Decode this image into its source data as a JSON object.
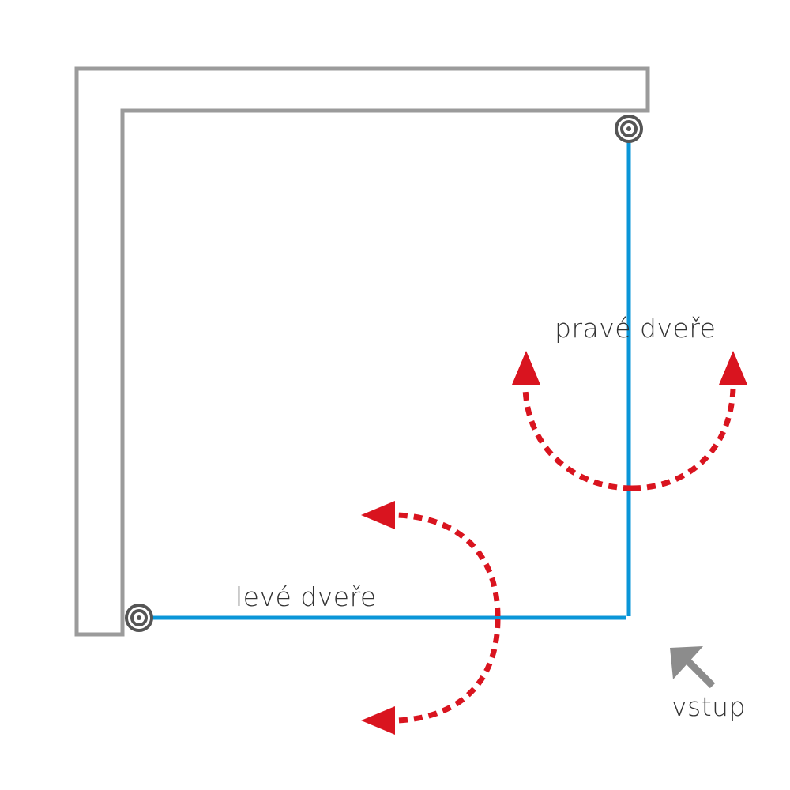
{
  "labels": {
    "right_door": "pravé dveře",
    "left_door": "levé dveře",
    "entrance": "vstup"
  },
  "colors": {
    "wall": "#9b9b9b",
    "door": "#0a96d8",
    "arrow": "#d9141f",
    "hinge": "#555555",
    "text": "#333333",
    "entrance_arrow": "#8c8c8c"
  },
  "icons": {
    "hinge": "hinge-icon",
    "swing_arrow": "swing-arrow-icon",
    "entrance_arrow": "entrance-arrow-icon"
  }
}
